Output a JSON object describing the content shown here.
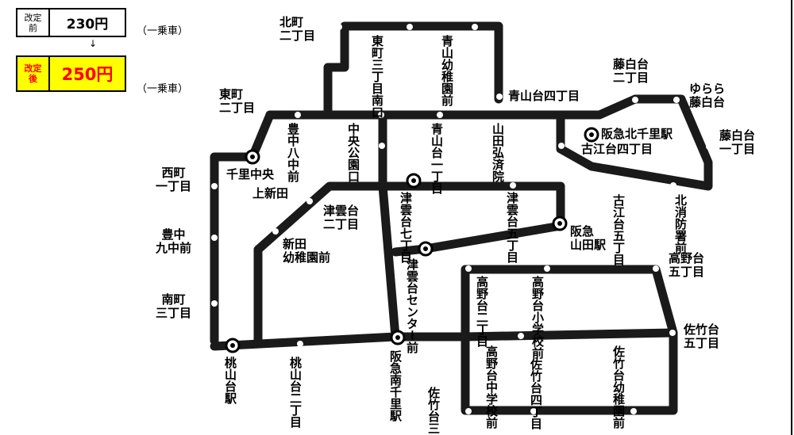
{
  "fare": {
    "before_label": "改定\n前",
    "before_amount": "230円",
    "arrow": "↓",
    "after_label": "改定\n後",
    "after_amount": "250円",
    "note_before": "（一乗車）",
    "note_after": "（一乗車）"
  },
  "colors": {
    "route": "#1a1a1a",
    "after_bg": "#ffff00",
    "after_text": "#ff0000"
  },
  "stops": {
    "kitamachi": "北町\n二丁目",
    "higashimachi": "東町\n二丁目",
    "higashimachi3": "東町三丁目南口",
    "aoyama_yochien": "青山幼稚園前",
    "aoyamadai4": "青山台四丁目",
    "fujishirodai2": "藤白台\n二丁目",
    "yurara": "ゆらら\n藤白台",
    "fujishirodai1": "藤白台\n一丁目",
    "hankyu_kitasenri": "阪急北千里駅",
    "furuedai4": "古江台四丁目",
    "furuedai5": "古江台五丁目",
    "kitashoboshomae": "北消防署前",
    "toyonaka8": "豊中八中前",
    "chuo_koen": "中央公園口",
    "aoyamadai1": "青山台一丁目",
    "yamada_kosaiin": "山田弘済院",
    "senri_chuo": "千里中央",
    "nishimachi": "西町\n一丁目",
    "kamishinden": "上新田",
    "tsukumodai2": "津雲台\n二丁目",
    "tsukumodai7": "津雲台七丁目",
    "tsukumodai5": "津雲台五丁目",
    "hankyu_yamada": "阪急\n山田駅",
    "toyonaka9": "豊中\n九中前",
    "shinden_yochien": "新田\n幼稚園前",
    "tsukumodai_center": "津雲台センター前",
    "takanodai5": "高野台\n五丁目",
    "takanodai2": "高野台二丁目",
    "takano_shogakko": "高野台小学校前",
    "minamimachi": "南町\n三丁目",
    "satakedai5": "佐竹台\n五丁目",
    "momoyamadai_eki": "桃山台駅",
    "momoyamadai2": "桃山台二丁目",
    "hankyu_minamisenri": "阪急南千里駅",
    "takano_chugakko": "高野台中学校前",
    "satakedai4": "佐竹台四丁目",
    "satakedai3": "佐竹台三丁目",
    "satake_yochien": "佐竹台幼稚園前"
  }
}
